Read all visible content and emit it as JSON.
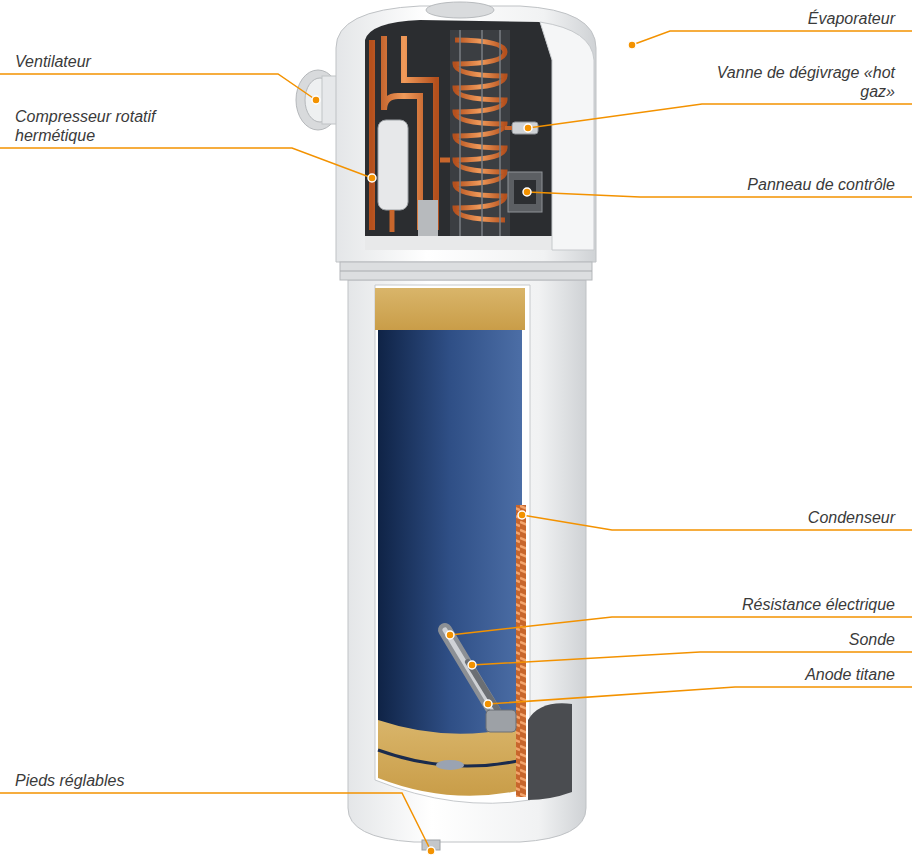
{
  "diagram": {
    "labels": [
      "Ventilateur",
      "Compresseur rotatif hermétique",
      "Évaporateur",
      "Vanne de dégivrage «hot gaz»",
      "Panneau de contrôle",
      "Condenseur",
      "Résistance électrique",
      "Sonde",
      "Anode titane",
      "Pieds réglables"
    ]
  }
}
